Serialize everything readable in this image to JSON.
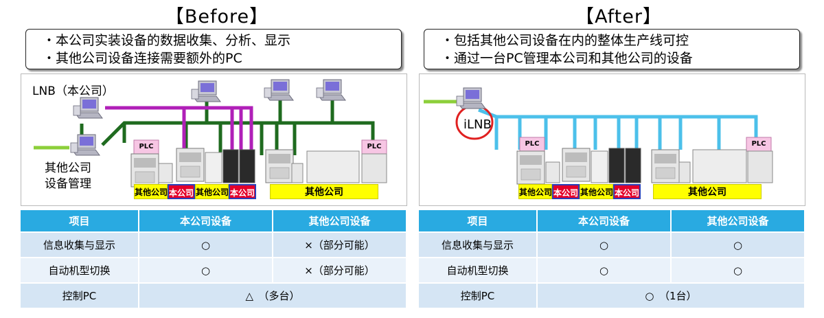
{
  "before": {
    "title": "【Before】",
    "note": [
      "・本公司实装设备的数据收集、分析、显示",
      "・其他公司设备连接需要额外的PC"
    ],
    "lnb_label": "LNB（本公司）",
    "mgmt_label": [
      "其他公司",
      "设备管理"
    ],
    "plc_label": "PLC",
    "tags": [
      "其他公司",
      "本公司",
      "其他公司",
      "本公司",
      "其他公司"
    ],
    "table": {
      "headers": [
        "项目",
        "本公司设备",
        "其他公司设备"
      ],
      "rows": [
        {
          "item": "信息收集与显示",
          "own": "○",
          "other": "×（部分可能）"
        },
        {
          "item": "自动机型切换",
          "own": "○",
          "other": "×（部分可能）"
        },
        {
          "item": "控制PC",
          "merged": "△　（多台）"
        }
      ]
    }
  },
  "after": {
    "title": "【After】",
    "note": [
      "・包括其他公司设备在内的整体生产线可控",
      "・通过一台PC管理本公司和其他公司的设备"
    ],
    "ilnb_label": "iLNB",
    "plc_label": "PLC",
    "tags": [
      "其他公司",
      "本公司",
      "其他公司",
      "本公司",
      "其他公司"
    ],
    "table": {
      "headers": [
        "项目",
        "本公司设备",
        "其他公司设备"
      ],
      "rows": [
        {
          "item": "信息收集与显示",
          "own": "○",
          "other": "○"
        },
        {
          "item": "自动机型切换",
          "own": "○",
          "other": "○"
        },
        {
          "item": "控制PC",
          "merged": "○　（1台）"
        }
      ]
    }
  },
  "colors": {
    "green_line": "#1f6b1f",
    "purple_line": "#b020b8",
    "lime_line": "#8ccf3a",
    "blue_line": "#4cc0ea",
    "table_header": "#29aae1",
    "tag_yellow": "#ffff00",
    "tag_red": "#e4002b",
    "plc_pink": "#f7c6e4",
    "ilnb_ring": "#e02020"
  },
  "icons": [
    "pc-icon",
    "machine-icon",
    "plc-box-icon"
  ]
}
